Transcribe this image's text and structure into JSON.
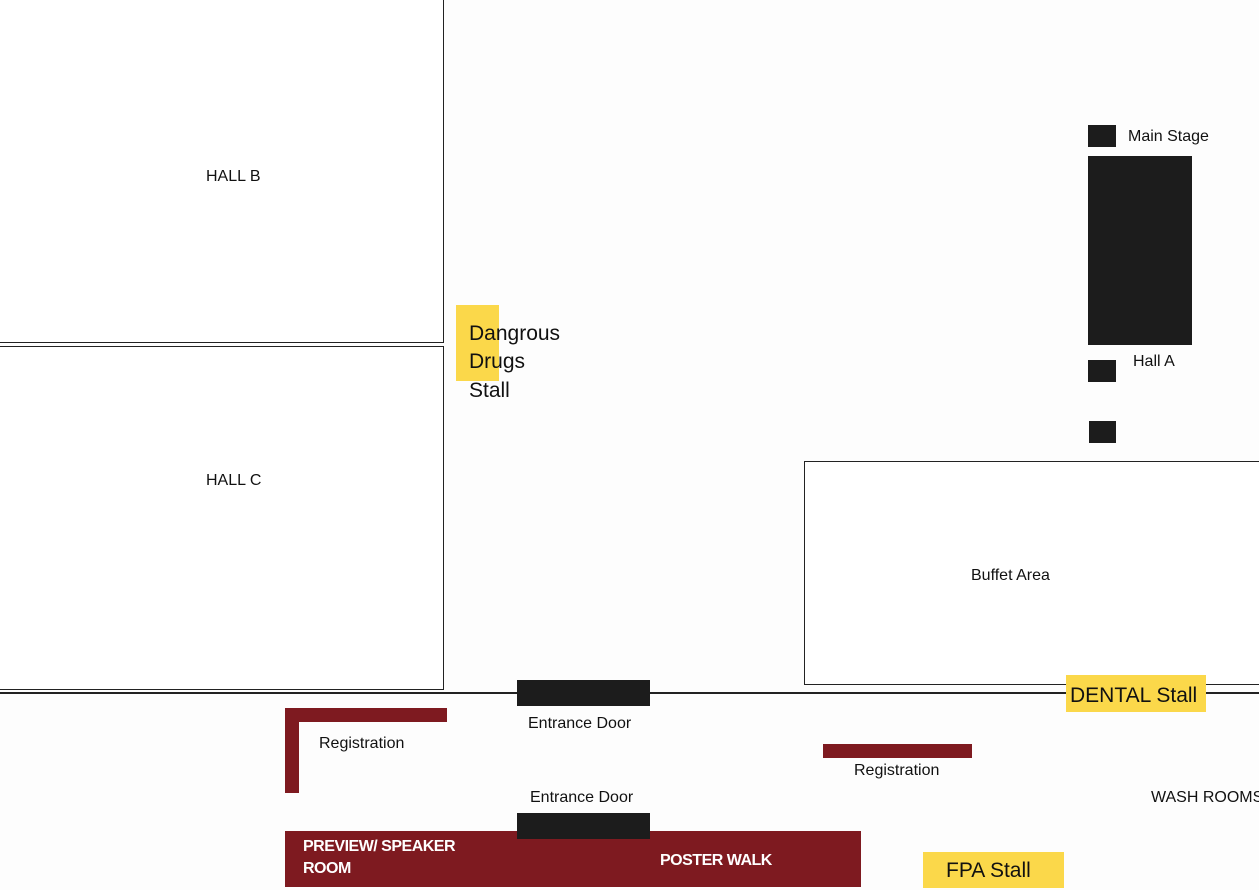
{
  "rooms": {
    "hall_b": "HALL B",
    "hall_c": "HALL C",
    "hall_a": "Hall A",
    "buffet": "Buffet Area",
    "main_stage": "Main Stage",
    "wash_rooms": "WASH ROOMS"
  },
  "doors": {
    "entrance_top": "Entrance Door",
    "entrance_bottom": "Entrance Door"
  },
  "registration": {
    "left": "Registration",
    "right": "Registration"
  },
  "stalls": {
    "dangerous_drugs": [
      "Dangrous",
      "Drugs",
      "Stall"
    ],
    "dental": "DENTAL Stall",
    "fpa": "FPA Stall"
  },
  "bottom_bar": {
    "preview_line1": "PREVIEW/ SPEAKER",
    "preview_line2": "ROOM",
    "poster_walk": "POSTER WALK"
  },
  "colors": {
    "maroon": "#7e1a20",
    "yellow": "#fbd84a",
    "black": "#1c1c1c"
  }
}
